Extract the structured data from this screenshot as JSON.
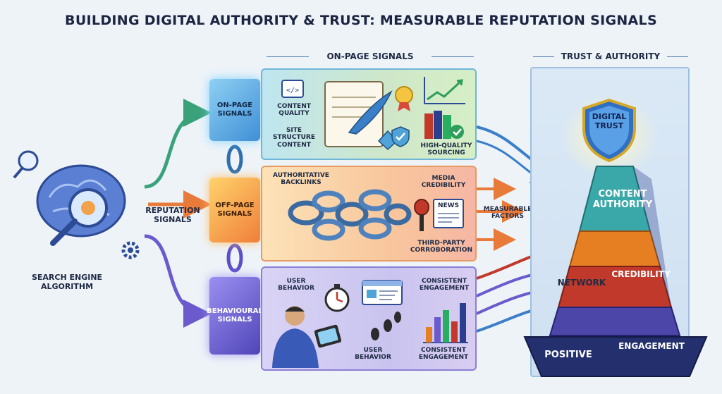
{
  "title": "BUILDING DIGITAL AUTHORITY & TRUST: MEASURABLE REPUTATION SIGNALS",
  "left": {
    "algorithm_label": "SEARCH ENGINE ALGORITHM",
    "reputation_label": "REPUTATION SIGNALS"
  },
  "cubes": {
    "on_page": "ON-PAGE SIGNALS",
    "off_page": "OFF-PAGE SIGNALS",
    "behavioural": "BEHAVIOURAL SIGNALS"
  },
  "on_page_panel": {
    "header": "ON-PAGE SIGNALS",
    "content_quality": "CONTENT QUALITY",
    "site_structure": "SITE STRUCTURE CONTENT",
    "sourcing": "HIGH-QUALITY SOURCING"
  },
  "off_page_panel": {
    "backlinks": "AUTHORITATIVE BACKLINKS",
    "media": "MEDIA CREDIBILITY",
    "news": "NEWS",
    "corroboration": "THIRD-PARTY CORROBORATION",
    "measurable": "MEASURABLE FACTORS"
  },
  "behaviour_panel": {
    "user_behavior_top": "USER BEHAVIOR",
    "consistent_top": "CONSISTENT ENGAGEMENT",
    "user_behavior_bottom": "USER BEHAVIOR",
    "consistent_bottom": "CONSISTENT ENGAGEMENT"
  },
  "trust": {
    "header": "TRUST & AUTHORITY",
    "shield": "DIGITAL TRUST",
    "level1": "CONTENT AUTHORITY",
    "level2_a": "NETWORK",
    "level2_b": "CREDIBILITY",
    "level3_a": "POSITIVE",
    "level3_b": "ENGAGEMENT"
  },
  "colors": {
    "on_page": "#3f8fd6",
    "off_page": "#f07e3a",
    "behavioural": "#4f45b8",
    "pyramid_top": "#3aa8a8",
    "pyramid_mid": "#e67e22",
    "pyramid_low": "#c0392b",
    "pyramid_base": "#2c3e8f"
  }
}
